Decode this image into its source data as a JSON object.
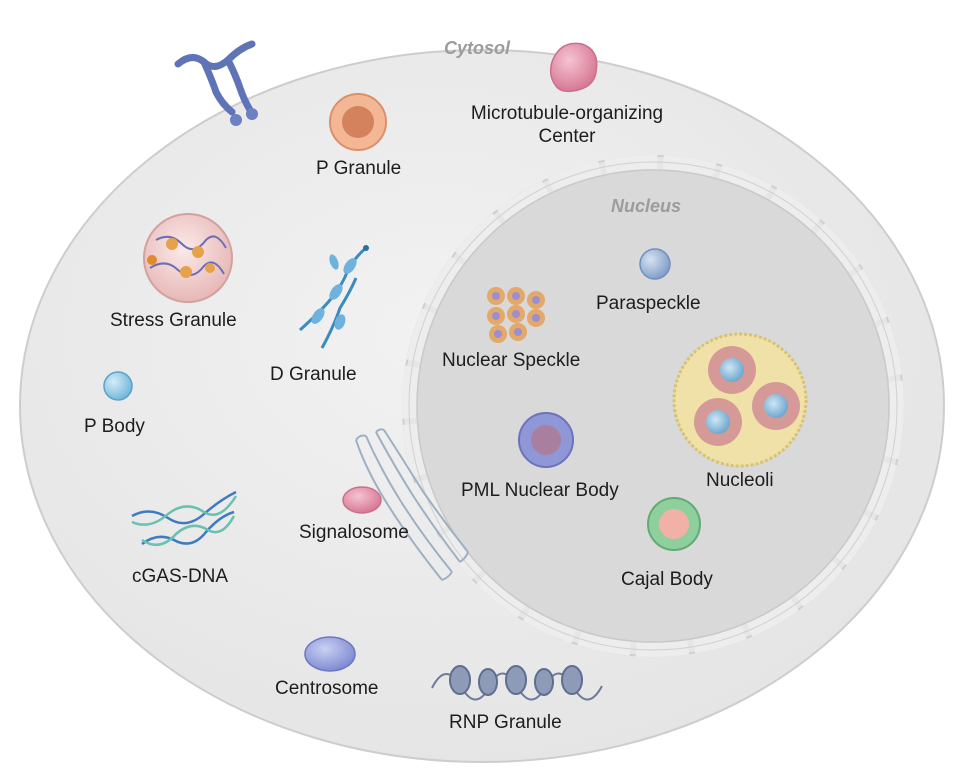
{
  "regions": {
    "cytosol": "Cytosol",
    "nucleus": "Nucleus"
  },
  "labels": {
    "p_granule": "P Granule",
    "mtoc_line1": "Microtubule-organizing",
    "mtoc_line2": "Center",
    "stress_granule": "Stress Granule",
    "d_granule": "D Granule",
    "p_body": "P Body",
    "cgas_dna": "cGAS-DNA",
    "signalosome": "Signalosome",
    "centrosome": "Centrosome",
    "rnp_granule": "RNP Granule",
    "paraspeckle": "Paraspeckle",
    "nuclear_speckle": "Nuclear Speckle",
    "pml_nuclear_body": "PML Nuclear Body",
    "nucleoli": "Nucleoli",
    "cajal_body": "Cajal Body"
  },
  "colors": {
    "cell_fill": "#ebebeb",
    "cell_border": "#c8c8c8",
    "nucleus_fill": "#dcdcdc",
    "envelope": "#e6e6e6",
    "label_text": "#1d1d1d",
    "region_text": "#9c9c9c"
  },
  "icons": {
    "antibody": "y-shaped-protein-icon",
    "p_granule": "orange-granule-icon",
    "mtoc": "pink-blob-icon",
    "stress_granule": "sphere-with-rna-icon",
    "d_granule": "beaded-protein-chain-icon",
    "p_body": "blue-dot-icon",
    "cgas_dna": "double-helix-icon",
    "signalosome": "pink-oval-on-er-icon",
    "centrosome": "blue-oval-icon",
    "rnp_granule": "nucleosome-coil-icon",
    "paraspeckle": "small-blue-sphere-icon",
    "nuclear_speckle": "speckle-cluster-icon",
    "pml_nuclear_body": "purple-ring-icon",
    "nucleoli": "nucleolus-cluster-icon",
    "cajal_body": "green-ring-icon"
  }
}
